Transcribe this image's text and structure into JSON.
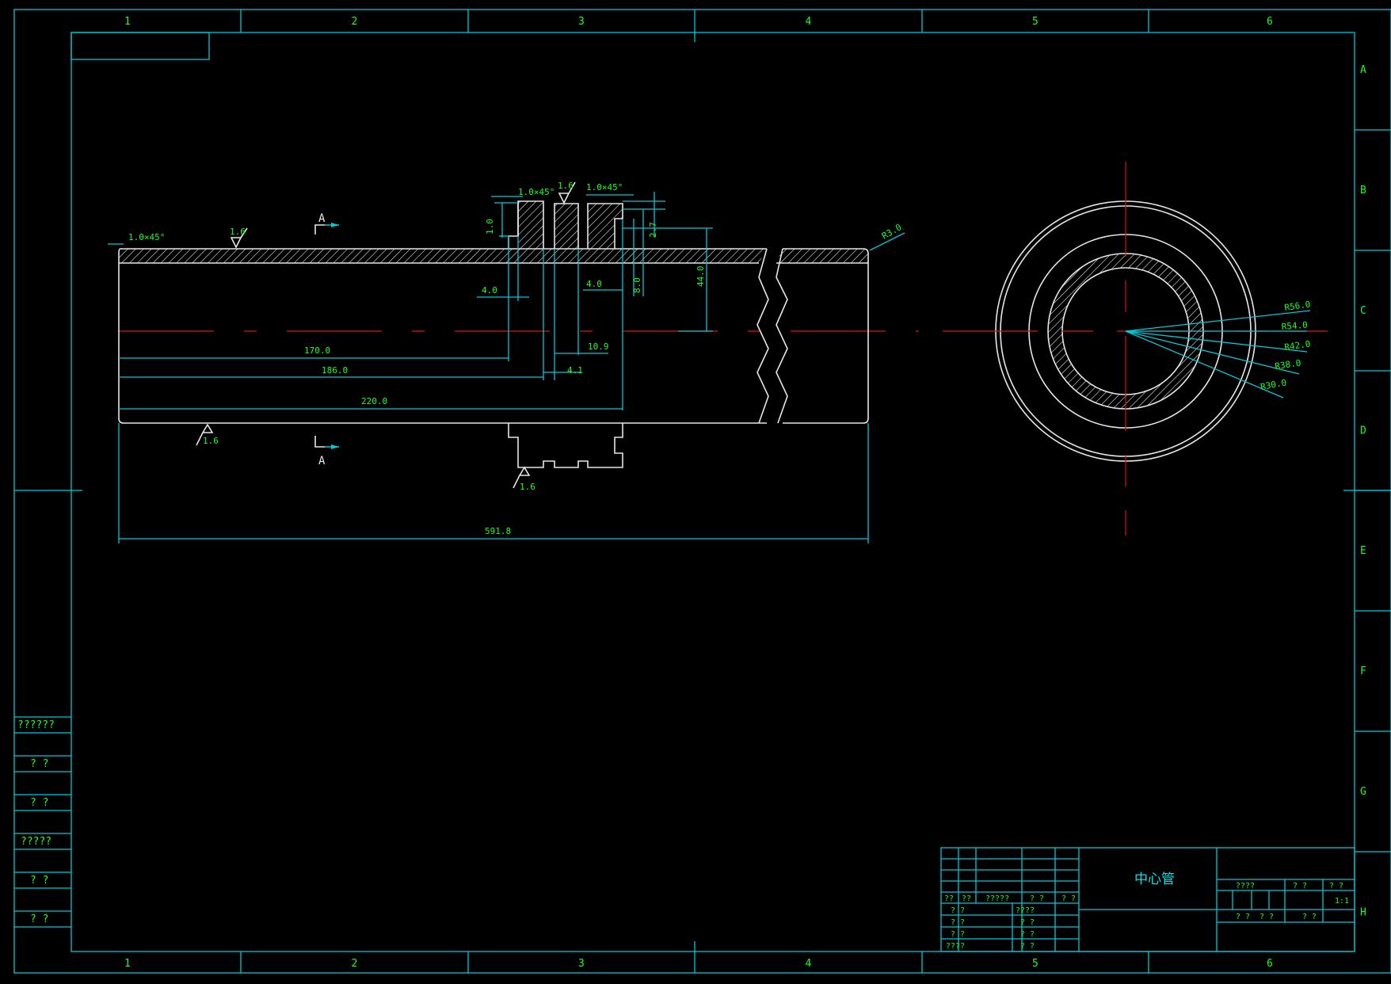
{
  "zones": {
    "columns": [
      "1",
      "2",
      "3",
      "4",
      "5",
      "6"
    ],
    "rows": [
      "A",
      "B",
      "C",
      "D",
      "E",
      "F",
      "G",
      "H"
    ]
  },
  "left_strip": [
    "??????",
    "? ?",
    "? ?",
    "?????",
    "? ?",
    "? ?"
  ],
  "dimensions": {
    "chamfer_left": "1.0×45°",
    "chamfer_mid": "1.0×45°",
    "chamfer_right": "1.0×45°",
    "rough_top_left": "1.6",
    "rough_top_mid": "1.6",
    "rough_bottom_left": "1.6",
    "rough_bottom_mid": "1.6",
    "d_1_0": "1.0",
    "d_2_7": "2.7",
    "d_4_0_a": "4.0",
    "d_4_0_b": "4.0",
    "d_8_0": "8.0",
    "d_44_0": "44.0",
    "d_10_9": "10.9",
    "d_4_1": "4.1",
    "d_170": "170.0",
    "d_186": "186.0",
    "d_220": "220.0",
    "d_591": "591.8",
    "r_end": "R3.0",
    "r_56": "R56.0",
    "r_54": "R54.0",
    "r_42": "R42.0",
    "r_38": "R38.0",
    "r_30": "R30.0"
  },
  "section": {
    "top": "A",
    "bottom": "A"
  },
  "title_block": {
    "part_name": "中心管",
    "scale": "1:1",
    "sign_headers": [
      "??",
      "??",
      "?????",
      "? ?",
      "? ?"
    ],
    "sign_rows": [
      "? ?",
      "? ?",
      "? ?",
      "????"
    ],
    "sign_right": [
      "????",
      "? ?",
      "? ?",
      "? ?"
    ],
    "right_labels": [
      "????",
      "? ?",
      "? ?"
    ],
    "right_bottom": [
      "? ?",
      "? ?",
      "? ?"
    ]
  },
  "colors": {
    "border": "#00c8d8",
    "text": "#19ff19",
    "outline": "#e6e6e6",
    "centerline": "#e01010"
  }
}
